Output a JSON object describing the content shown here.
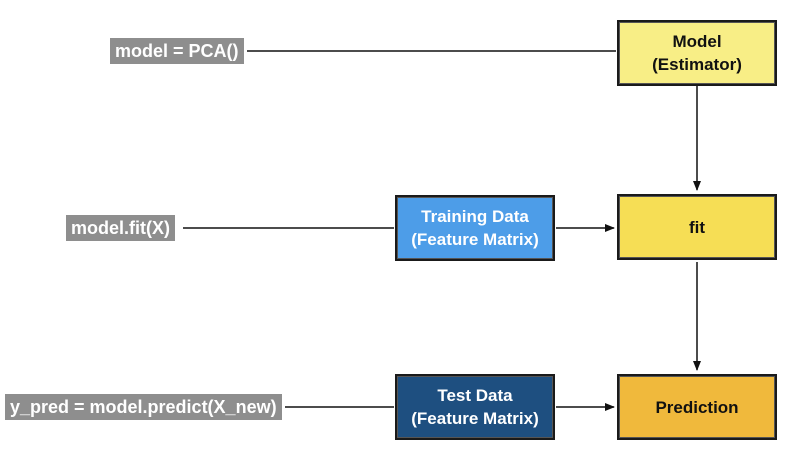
{
  "code_labels": {
    "model_init": "model = PCA()",
    "model_fit": "model.fit(X)",
    "model_predict": "y_pred = model.predict(X_new)"
  },
  "boxes": {
    "model": {
      "line1": "Model",
      "line2": "(Estimator)"
    },
    "fit": {
      "line1": "fit"
    },
    "prediction": {
      "line1": "Prediction"
    },
    "training_data": {
      "line1": "Training Data",
      "line2": "(Feature Matrix)"
    },
    "test_data": {
      "line1": "Test Data",
      "line2": "(Feature Matrix)"
    }
  },
  "colors": {
    "code_bg": "#8e8e8e",
    "model_box": "#f8ee86",
    "fit_box": "#f6de55",
    "prediction_box": "#f0b93c",
    "training_box": "#4d9de8",
    "test_box": "#1e4f80"
  }
}
